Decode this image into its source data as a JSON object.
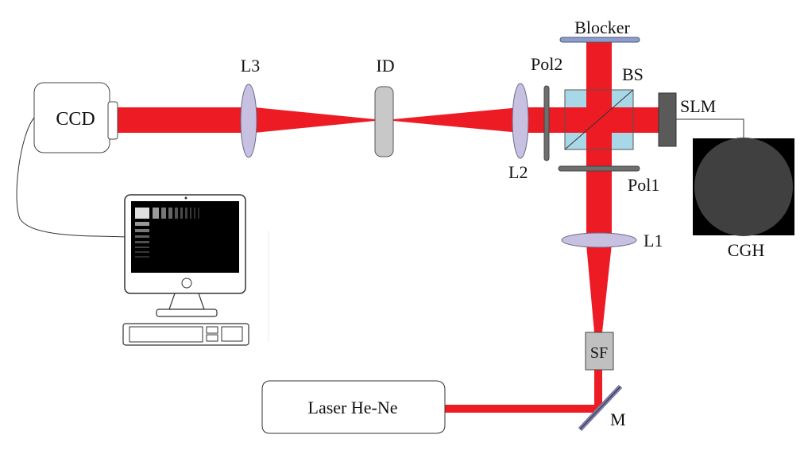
{
  "labels": {
    "ccd": "CCD",
    "l3": "L3",
    "id": "ID",
    "pol2": "Pol2",
    "blocker": "Blocker",
    "bs": "BS",
    "slm": "SLM",
    "l2": "L2",
    "pol1": "Pol1",
    "l1": "L1",
    "cgh": "CGH",
    "sf": "SF",
    "laser": "Laser He-Ne",
    "m": "M"
  },
  "colors": {
    "beam": "#ed1c24",
    "lens": "#c8c0e0",
    "lens_stroke": "#6a6a8a",
    "cube": "#a8d8e8",
    "polarizer": "#6e6e6e",
    "blocker": "#8a9ed2",
    "iris": "#c8c8c8",
    "slm": "#5a5a5a",
    "cgh_bg": "#000000",
    "cgh_disk": "#404040"
  }
}
